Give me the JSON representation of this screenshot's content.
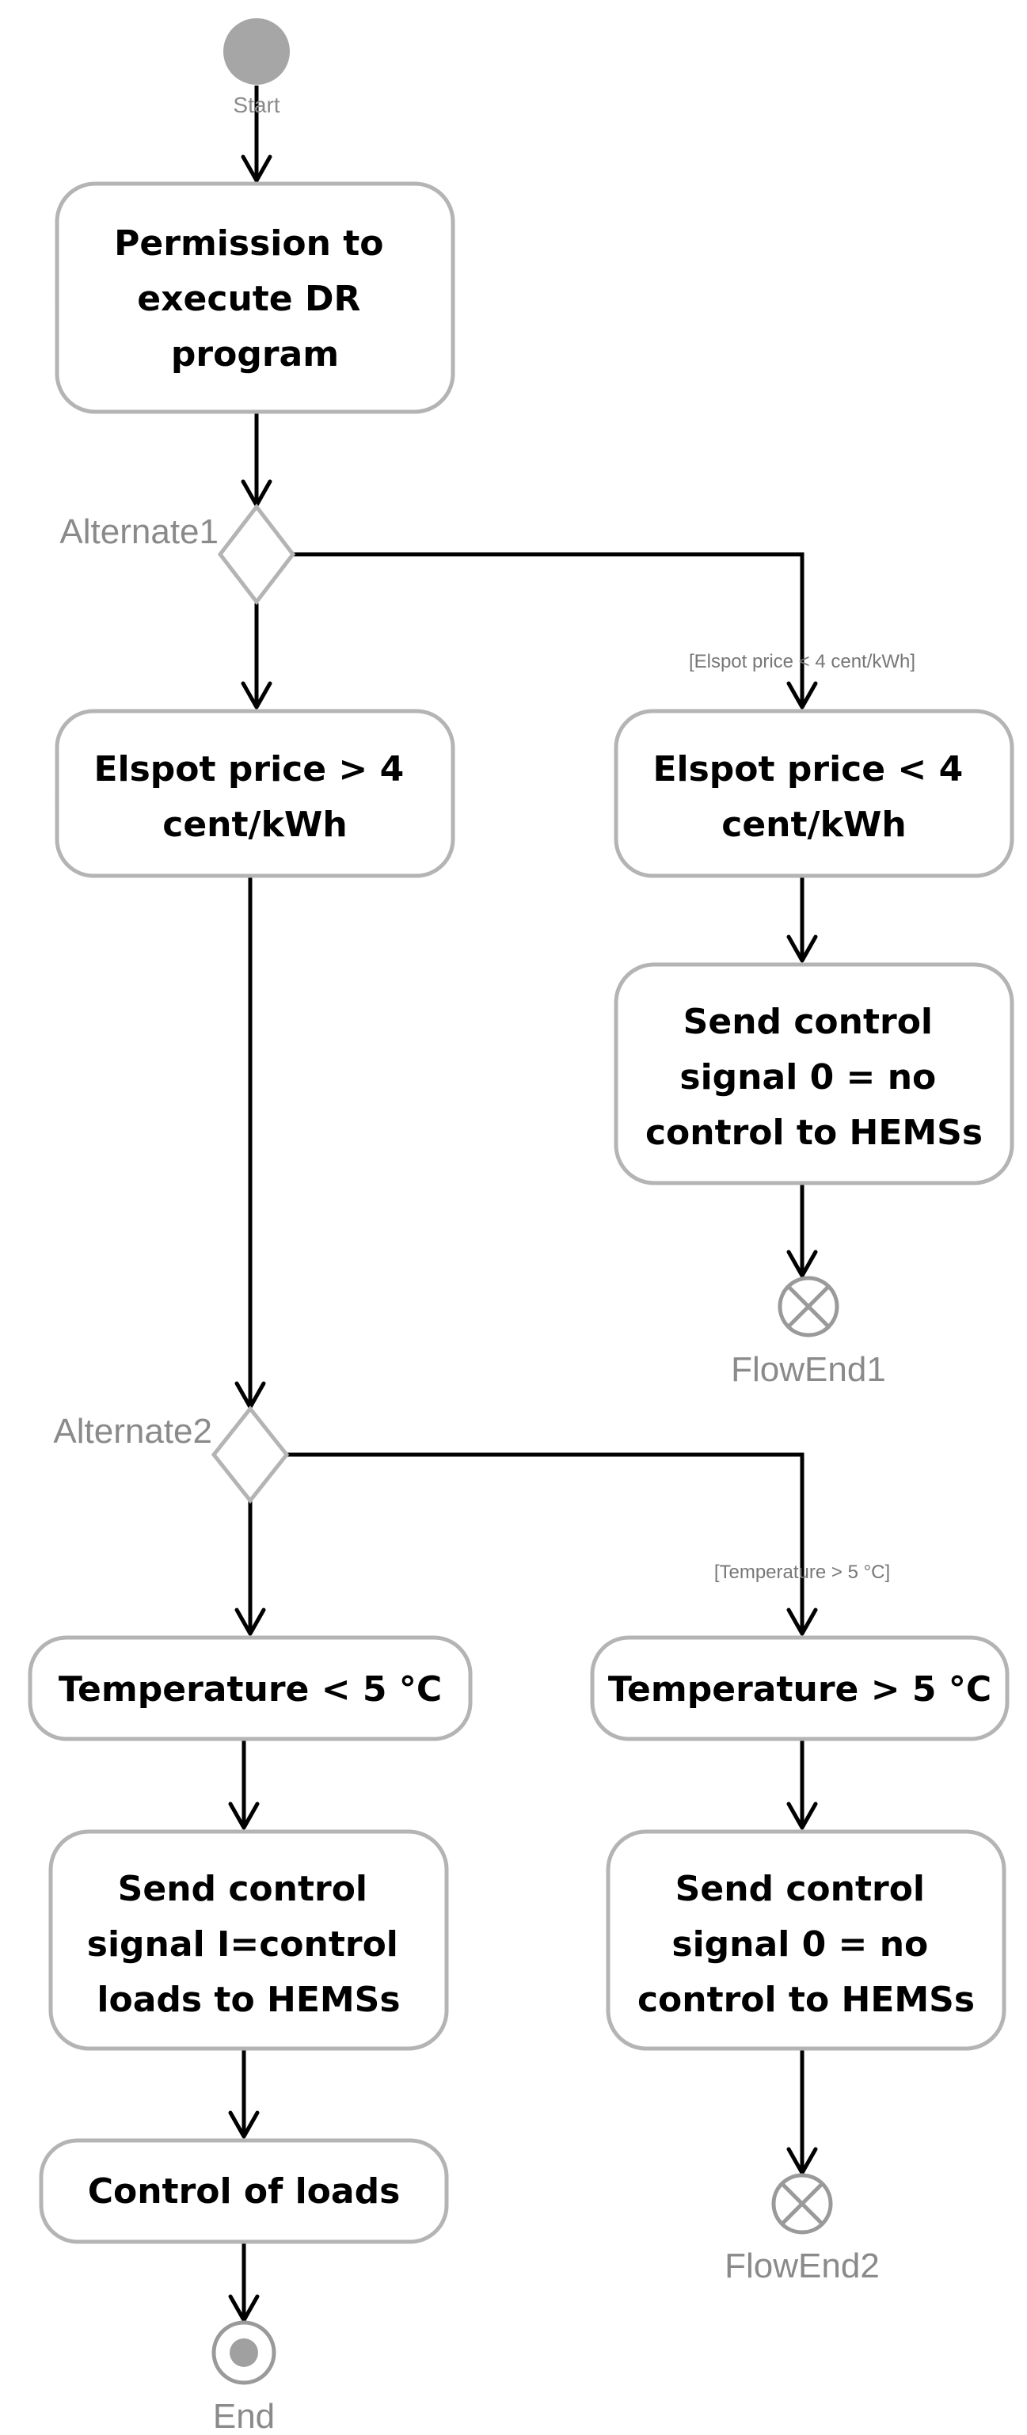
{
  "nodes": {
    "start": {
      "label": "Start"
    },
    "permission": {
      "lines": [
        "Permission to",
        "execute DR",
        "program"
      ]
    },
    "alternate1": {
      "label": "Alternate1"
    },
    "price_high": {
      "lines": [
        "Elspot price > 4",
        "cent/kWh"
      ]
    },
    "price_low": {
      "lines": [
        "Elspot price < 4",
        "cent/kWh"
      ]
    },
    "send_no_control_1": {
      "lines": [
        "Send control",
        "signal 0 = no",
        "control to HEMSs"
      ]
    },
    "flowend1": {
      "label": "FlowEnd1"
    },
    "alternate2": {
      "label": "Alternate2"
    },
    "temp_low": {
      "lines": [
        "Temperature < 5 °C"
      ]
    },
    "temp_high": {
      "lines": [
        "Temperature > 5 °C"
      ]
    },
    "send_control_loads": {
      "lines": [
        "Send control",
        "signal I=control",
        "loads to HEMSs"
      ]
    },
    "send_no_control_2": {
      "lines": [
        "Send control",
        "signal 0 = no",
        "control to HEMSs"
      ]
    },
    "control_loads": {
      "lines": [
        "Control of loads"
      ]
    },
    "flowend2": {
      "label": "FlowEnd2"
    },
    "end": {
      "label": "End"
    }
  },
  "guards": {
    "price_low": "[Elspot price < 4 cent/kWh]",
    "temp_high": "[Temperature > 5 °C]"
  },
  "colors": {
    "box_border": "#b4b4b4",
    "initial_node": "#a6a6a6",
    "label_gray": "#8a8a8a",
    "edge": "#000000"
  }
}
